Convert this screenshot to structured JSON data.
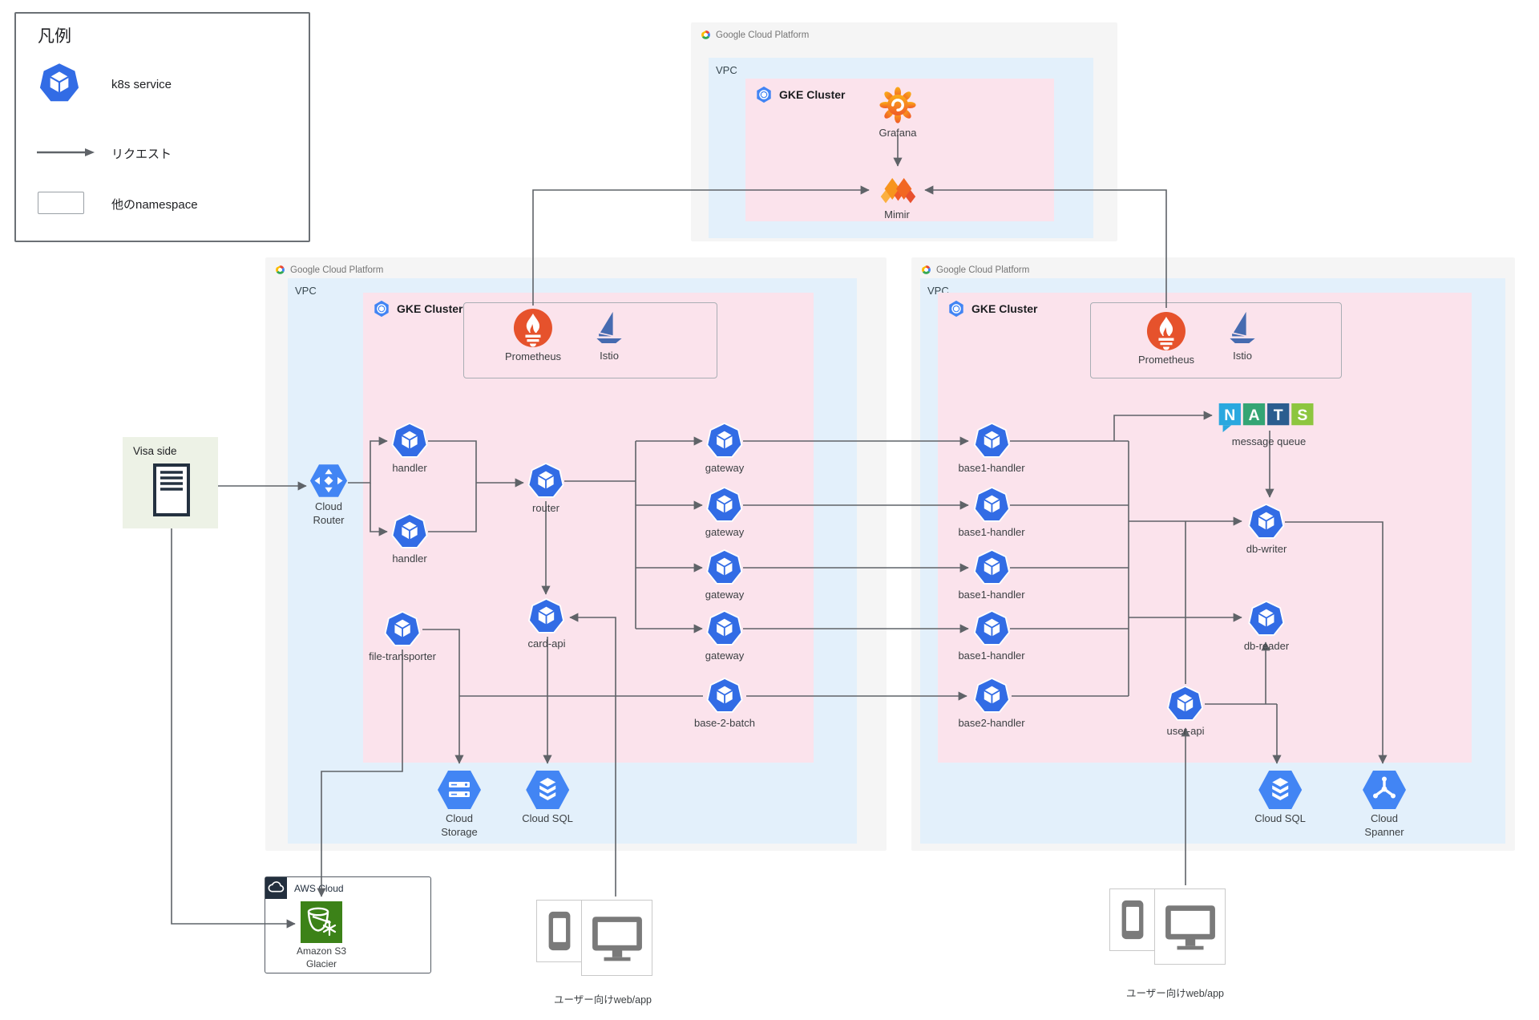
{
  "legend": {
    "title": "凡例",
    "k8s_label": "k8s service",
    "request_label": "リクエスト",
    "namespace_label": "他のnamespace"
  },
  "gcp": {
    "platform": "Google Cloud Platform",
    "vpc": "VPC",
    "gke_cluster": "GKE Cluster"
  },
  "monitoring": {
    "grafana": "Grafana",
    "mimir": "Mimir"
  },
  "mesh": {
    "prometheus": "Prometheus",
    "istio": "Istio"
  },
  "left_cluster": {
    "handler": "handler",
    "router": "router",
    "card_api": "card-api",
    "file_transporter": "file-transporter",
    "gateway": "gateway",
    "base2_batch": "base-2-batch",
    "cloud_router": "Cloud Router",
    "cloud_storage": "Cloud Storage",
    "cloud_sql": "Cloud SQL"
  },
  "right_cluster": {
    "base1_handler": "base1-handler",
    "base2_handler": "base2-handler",
    "nats_letters": [
      "N",
      "A",
      "T",
      "S"
    ],
    "message_queue": "message queue",
    "db_writer": "db-writer",
    "db_reader": "db-reader",
    "user_api": "user-api",
    "cloud_sql": "Cloud SQL",
    "cloud_spanner": "Cloud Spanner"
  },
  "external": {
    "visa": "Visa side",
    "aws": "AWS Cloud",
    "s3_glacier": "Amazon S3 Glacier",
    "users": "ユーザー向けweb/app"
  },
  "colors": {
    "k8s_blue": "#326ce5",
    "gcp_blue": "#4285f4",
    "vpc_bg": "#e3f0fb",
    "gke_bg": "#fbe3ec",
    "box_bg": "#f5f5f5",
    "wire": "#5f6368",
    "prometheus": "#e6522c",
    "istio": "#466bb0",
    "aws_navy": "#232f3e",
    "glacier_green": "#3c8218",
    "visa_bg": "#edf2e6",
    "nats": [
      "#2aa8df",
      "#34a574",
      "#2b5d8f",
      "#8dc63f"
    ],
    "grafana": "#f05a28",
    "mimir": "#f47b20"
  }
}
